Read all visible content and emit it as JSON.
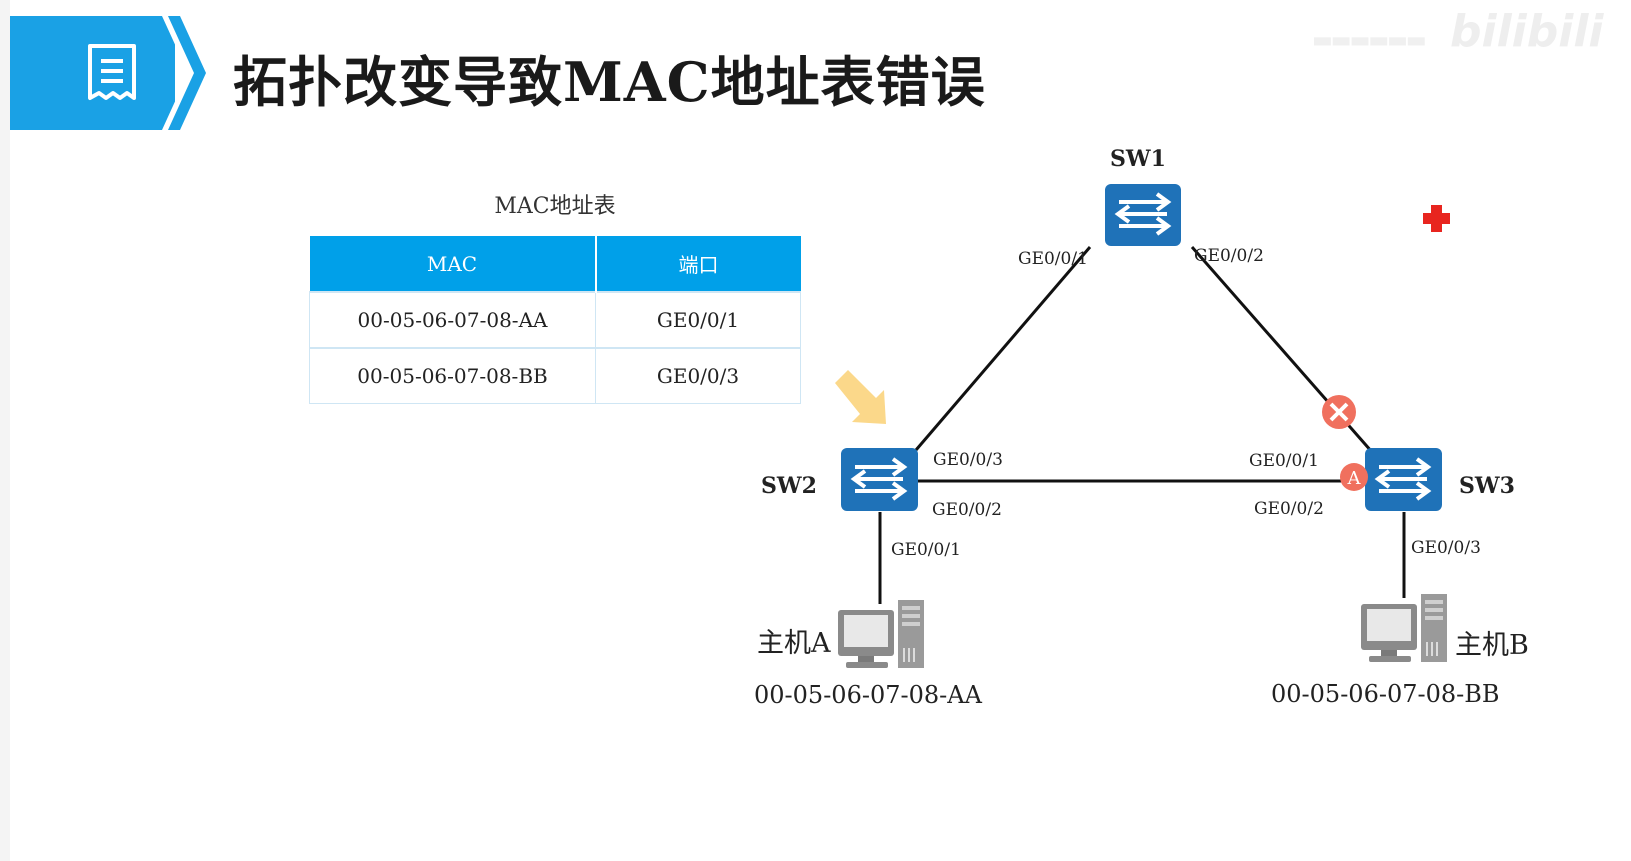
{
  "title": "拓扑改变导致MAC地址表错误",
  "watermark": "bilibili",
  "mac_table": {
    "caption": "MAC地址表",
    "headers": [
      "MAC",
      "端口"
    ],
    "rows": [
      [
        "00-05-06-07-08-AA",
        "GE0/0/1"
      ],
      [
        "00-05-06-07-08-BB",
        "GE0/0/3"
      ]
    ]
  },
  "switches": {
    "sw1": "SW1",
    "sw2": "SW2",
    "sw3": "SW3"
  },
  "ports": {
    "sw1_left": "GE0/0/1",
    "sw1_right": "GE0/0/2",
    "sw2_up": "GE0/0/3",
    "sw2_right": "GE0/0/2",
    "sw2_down": "GE0/0/1",
    "sw3_left": "GE0/0/1",
    "sw3_bottom_left": "GE0/0/2",
    "sw3_down": "GE0/0/3"
  },
  "hosts": {
    "a": {
      "name": "主机A",
      "mac": "00-05-06-07-08-AA"
    },
    "b": {
      "name": "主机B",
      "mac": "00-05-06-07-08-BB"
    }
  },
  "port_badge": "A",
  "colors": {
    "header_blue": "#1aa1e5",
    "table_header": "#00a0e9",
    "switch_blue": "#1f72b8",
    "fault_red": "#f0705e",
    "marker_red": "#e8251f",
    "pointer_yellow": "#fbd88a"
  },
  "icons": {
    "header": "document-icon",
    "fault": "x-circle-icon",
    "marker": "red-cross-icon",
    "pointer": "arrow-pointer-icon"
  }
}
